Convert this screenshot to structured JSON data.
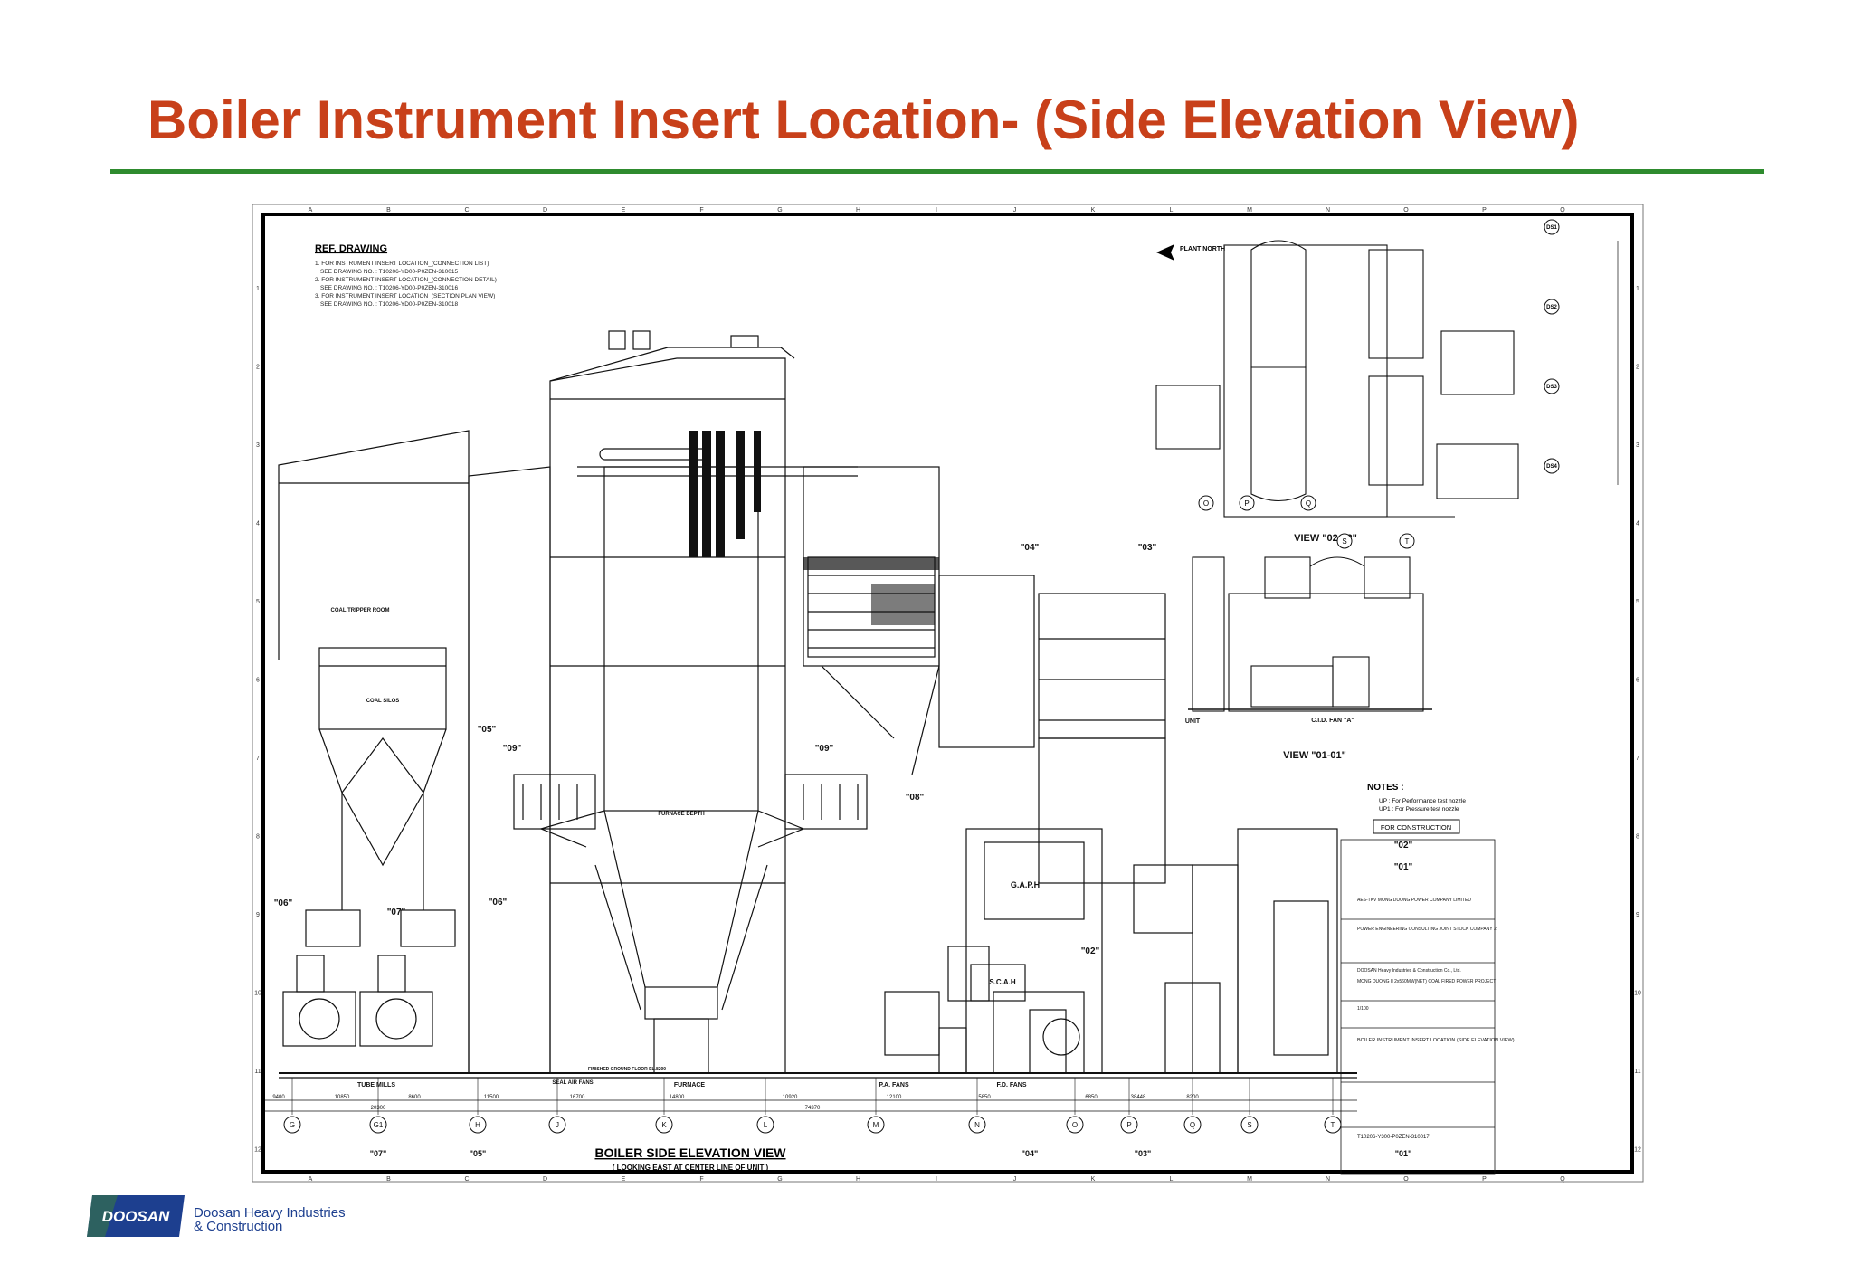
{
  "slide": {
    "title": "Boiler Instrument Insert Location- (Side Elevation View)",
    "accent_title_color": "#c8401a",
    "rule_color": "#2e8b2e"
  },
  "drawing": {
    "ref_drawing": {
      "heading": "REF. DRAWING",
      "lines": [
        "1. FOR INSTRUMENT INSERT LOCATION_(CONNECTION LIST)",
        "SEE DRAWING NO. : T10206-YD00-P0ZEN-310015",
        "2. FOR INSTRUMENT INSERT LOCATION_(CONNECTION DETAIL)",
        "SEE DRAWING NO. : T10206-YD00-P0ZEN-310016",
        "3. FOR INSTRUMENT INSERT LOCATION_(SECTION PLAN VIEW)",
        "SEE DRAWING NO. : T10206-YD00-P0ZEN-310018"
      ]
    },
    "plant_north": "PLANT NORTH",
    "labels": {
      "coal_tripper_room": "COAL TRIPPER ROOM",
      "coal_silos": "COAL SILOS",
      "furnace_depth": "FURNACE DEPTH",
      "gah": "G.A.P.H",
      "scah": "S.C.A.H",
      "tube_mills": "TUBE MILLS",
      "seal_air_fans": "SEAL AIR FANS",
      "finished_floor": "FINISHED GROUND FLOOR EL.8200",
      "furnace": "FURNACE",
      "pa_fans": "P.A. FANS",
      "fd_fans": "F.D. FANS",
      "unit": "UNIT",
      "cid_fan": "C.I.D. FAN \"A\"",
      "view_0202": "VIEW \"02-02\"",
      "view_0101": "VIEW \"01-01\"",
      "notes_heading": "NOTES :",
      "notes_lines": [
        "UP : For Performance test nozzle",
        "UP1 : For Pressure test nozzle"
      ],
      "for_construction": "FOR CONSTRUCTION",
      "main_title": "BOILER SIDE ELEVATION VIEW",
      "main_subtitle": "( LOOKING EAST AT CENTER LINE OF UNIT )"
    },
    "section_markers": [
      "\"05\"",
      "\"04\"",
      "\"03\"",
      "\"09\"",
      "\"09\"",
      "\"06\"",
      "\"07\"",
      "\"06\"",
      "\"08\"",
      "\"02\"",
      "\"02\"",
      "\"01\""
    ],
    "bottom_markers": [
      "\"07\"",
      "\"05\"",
      "\"04\"",
      "\"03\"",
      "\"01\""
    ],
    "column_grid": [
      "G",
      "G1",
      "H",
      "J",
      "K",
      "L",
      "M",
      "N",
      "O",
      "P",
      "Q",
      "S",
      "T"
    ],
    "border_letters": [
      "A",
      "B",
      "C",
      "D",
      "E",
      "F",
      "G",
      "H",
      "I",
      "J",
      "K",
      "L",
      "M",
      "N",
      "O",
      "P",
      "Q"
    ],
    "border_numbers": [
      "1",
      "2",
      "3",
      "4",
      "5",
      "6",
      "7",
      "8",
      "9",
      "10",
      "11",
      "12"
    ],
    "ds_markers": [
      "DS1",
      "DS2",
      "DS3",
      "DS4"
    ],
    "dims_bottom": [
      "9400",
      "10850",
      "8600",
      "11500",
      "16700",
      "14800",
      "10920",
      "12100",
      "5850",
      "6850",
      "38448",
      "8200"
    ],
    "dims_total": [
      "20300",
      "74370"
    ],
    "title_block": {
      "owner": "AES-TKV MONG DUONG POWER COMPANY LIMITED",
      "consultant": "POWER ENGINEERING CONSULTING JOINT STOCK COMPANY 2",
      "contractor": "DOOSAN Heavy Industries & Construction Co., Ltd.",
      "project": "MONG DUONG II 2x560MW(NET) COAL FIRED POWER PROJECT",
      "scale": "1/100",
      "drawing_title": "BOILER INSTRUMENT INSERT LOCATION (SIDE ELEVATION VIEW)",
      "drawing_no": "T10206-Y300-P0ZEN-310017"
    }
  },
  "footer": {
    "logo_text": "DOOSAN",
    "company_line1": "Doosan Heavy Industries",
    "company_line2": "& Construction",
    "logo_color": "#1d3f8f"
  }
}
